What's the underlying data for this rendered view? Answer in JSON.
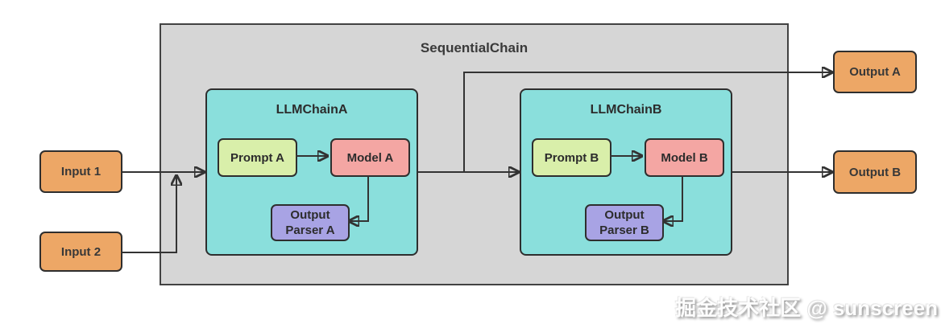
{
  "diagram": {
    "title": "SequentialChain",
    "inputs": [
      {
        "label": "Input 1"
      },
      {
        "label": "Input 2"
      }
    ],
    "outputs": [
      {
        "label": "Output A"
      },
      {
        "label": "Output B"
      }
    ],
    "chains": [
      {
        "title": "LLMChainA",
        "prompt": "Prompt A",
        "model": "Model A",
        "parser": "Output Parser A"
      },
      {
        "title": "LLMChainB",
        "prompt": "Prompt B",
        "model": "Model B",
        "parser": "Output Parser B"
      }
    ],
    "colors": {
      "container_fill": "#d6d6d6",
      "chain_fill": "#8adfdc",
      "prompt_fill": "#d9efaa",
      "model_fill": "#f4a6a3",
      "parser_fill": "#a8a3e4",
      "io_fill": "#eda766",
      "line": "#333333",
      "border": "#2e2e2e"
    }
  },
  "watermark": {
    "text": "掘金技术社区 @ sunscreen"
  }
}
